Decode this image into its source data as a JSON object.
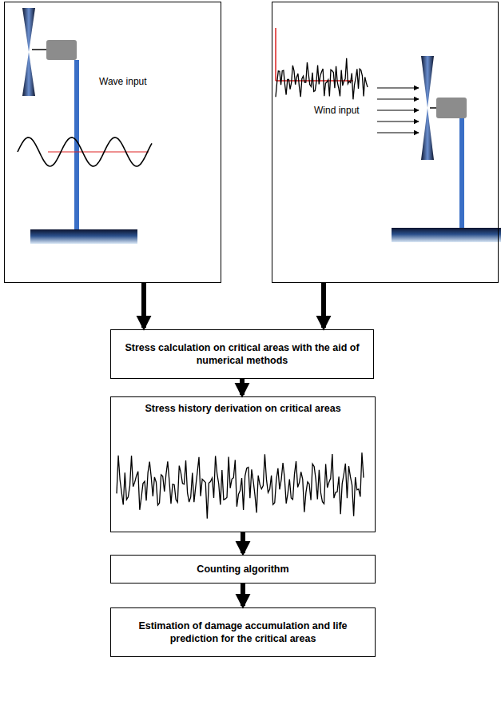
{
  "diagram": {
    "nodes": [
      {
        "text": [
          "Wave input"
        ]
      },
      {
        "text": [
          "Wind input"
        ]
      },
      {
        "text": [
          "Stress calculation on critical areas with the aid of numerical methods"
        ]
      },
      {
        "text": [
          "Stress history derivation on critical areas"
        ]
      },
      {
        "text": [
          "Counting algorithm"
        ]
      },
      {
        "text": [
          "Estimation of damage accumulation and life prediction for the critical areas"
        ]
      }
    ],
    "edges": [
      {
        "from": 0,
        "to": 2,
        "arrow": "to"
      },
      {
        "from": 1,
        "to": 2,
        "arrow": "to"
      },
      {
        "from": 2,
        "to": 3,
        "arrow": "to"
      },
      {
        "from": 3,
        "to": 4,
        "arrow": "to"
      },
      {
        "from": 4,
        "to": 5,
        "arrow": "to"
      }
    ]
  }
}
